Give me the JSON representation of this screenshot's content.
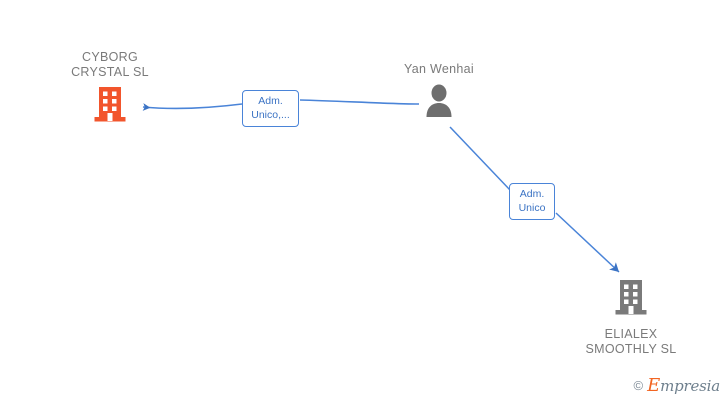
{
  "diagram": {
    "type": "relationship-network",
    "background_color": "#ffffff",
    "nodes": [
      {
        "id": "cyborg",
        "label": "CYBORG\nCRYSTAL  SL",
        "kind": "company",
        "icon": "building-icon",
        "color": "#f2552c",
        "highlighted": true
      },
      {
        "id": "person",
        "label": "Yan Wenhai",
        "kind": "person",
        "icon": "person-icon",
        "color": "#6e6e6e",
        "highlighted": false
      },
      {
        "id": "elialex",
        "label": "ELIALEX\nSMOOTHLY  SL",
        "kind": "company",
        "icon": "building-icon",
        "color": "#7a7a7a",
        "highlighted": false
      }
    ],
    "edges": [
      {
        "id": "edge-1",
        "from": "person",
        "to": "cyborg",
        "label": "Adm.\nUnico,...",
        "color": "#4a84d8",
        "arrow": "to"
      },
      {
        "id": "edge-2",
        "from": "person",
        "to": "elialex",
        "label": "Adm.\nUnico",
        "color": "#4a84d8",
        "arrow": "to"
      }
    ]
  },
  "watermark": {
    "copyright": "©",
    "brand_initial": "E",
    "brand_rest": "mpresia",
    "accent_color": "#f26522"
  }
}
